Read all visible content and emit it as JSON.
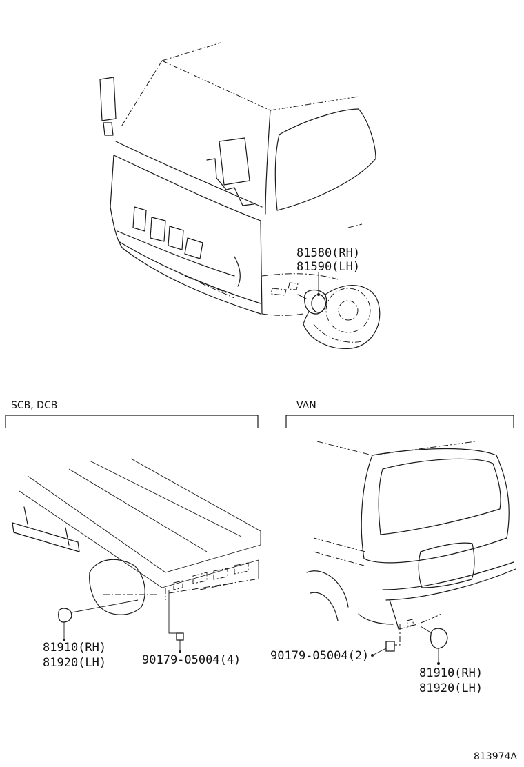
{
  "top": {
    "part_rh": "81580(RH)",
    "part_lh": "81590(LH)"
  },
  "sections": {
    "left_title": "SCB, DCB",
    "right_title": "VAN"
  },
  "left": {
    "part_rh": "81910(RH)",
    "part_lh": "81920(LH)",
    "screw": "90179-05004(4)"
  },
  "right": {
    "screw": "90179-05004(2)",
    "part_rh": "81910(RH)",
    "part_lh": "81920(LH)"
  },
  "figure_number": "813974A"
}
